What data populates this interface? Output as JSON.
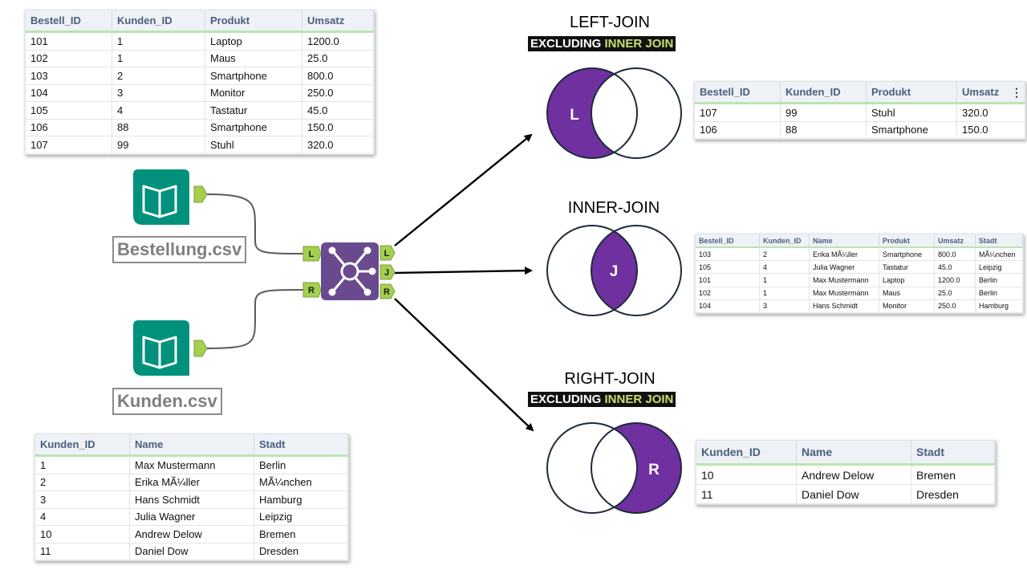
{
  "bestellung_table": {
    "headers": [
      "Bestell_ID",
      "Kunden_ID",
      "Produkt",
      "Umsatz"
    ],
    "rows": [
      [
        "101",
        "1",
        "Laptop",
        "1200.0"
      ],
      [
        "102",
        "1",
        "Maus",
        "25.0"
      ],
      [
        "103",
        "2",
        "Smartphone",
        "800.0"
      ],
      [
        "104",
        "3",
        "Monitor",
        "250.0"
      ],
      [
        "105",
        "4",
        "Tastatur",
        "45.0"
      ],
      [
        "106",
        "88",
        "Smartphone",
        "150.0"
      ],
      [
        "107",
        "99",
        "Stuhl",
        "320.0"
      ]
    ]
  },
  "kunden_table": {
    "headers": [
      "Kunden_ID",
      "Name",
      "Stadt"
    ],
    "rows": [
      [
        "1",
        "Max Mustermann",
        "Berlin"
      ],
      [
        "2",
        "Erika MÃ¼ller",
        "MÃ¼nchen"
      ],
      [
        "3",
        "Hans Schmidt",
        "Hamburg"
      ],
      [
        "4",
        "Julia Wagner",
        "Leipzig"
      ],
      [
        "10",
        "Andrew Delow",
        "Bremen"
      ],
      [
        "11",
        "Daniel Dow",
        "Dresden"
      ]
    ]
  },
  "inputs": {
    "bestellung_label": "Bestellung.csv",
    "kunden_label": "Kunden.csv"
  },
  "join_tool": {
    "input_anchors": [
      "L",
      "R"
    ],
    "output_anchors": [
      "L",
      "J",
      "R"
    ]
  },
  "left_join": {
    "title": "LEFT-JOIN",
    "excluding_word": "EXCLUDING",
    "inner_join_word": "INNER JOIN",
    "venn_label": "L",
    "table": {
      "headers": [
        "Bestell_ID",
        "Kunden_ID",
        "Produkt",
        "Umsatz"
      ],
      "rows": [
        [
          "107",
          "99",
          "Stuhl",
          "320.0"
        ],
        [
          "106",
          "88",
          "Smartphone",
          "150.0"
        ]
      ]
    }
  },
  "inner_join": {
    "title": "INNER-JOIN",
    "venn_label": "J",
    "table": {
      "headers": [
        "Bestell_ID",
        "Kunden_ID",
        "Name",
        "Produkt",
        "Umsatz",
        "Stadt"
      ],
      "rows": [
        [
          "103",
          "2",
          "Erika MÃ¼ller",
          "Smartphone",
          "800.0",
          "MÃ¼nchen"
        ],
        [
          "105",
          "4",
          "Julia Wagner",
          "Tastatur",
          "45.0",
          "Leipzig"
        ],
        [
          "101",
          "1",
          "Max Mustermann",
          "Laptop",
          "1200.0",
          "Berlin"
        ],
        [
          "102",
          "1",
          "Max Mustermann",
          "Maus",
          "25.0",
          "Berlin"
        ],
        [
          "104",
          "3",
          "Hans Schmidt",
          "Monitor",
          "250.0",
          "Hamburg"
        ]
      ]
    }
  },
  "right_join": {
    "title": "RIGHT-JOIN",
    "excluding_word": "EXCLUDING",
    "inner_join_word": "INNER JOIN",
    "venn_label": "R",
    "table": {
      "headers": [
        "Kunden_ID",
        "Name",
        "Stadt"
      ],
      "rows": [
        [
          "10",
          "Andrew Delow",
          "Bremen"
        ],
        [
          "11",
          "Daniel Dow",
          "Dresden"
        ]
      ]
    }
  },
  "colors": {
    "join_purple": "#7030a0",
    "tool_purple": "#6a4a8f",
    "book_teal": "#00917c",
    "anchor_green": "#a4cf4f",
    "header_underline": "#b9e6b0",
    "excluding_green": "#c8e06e"
  },
  "icons": {
    "input_tool": "open-book-icon",
    "join_tool": "join-network-icon",
    "table_menu": "kebab-menu-icon"
  }
}
